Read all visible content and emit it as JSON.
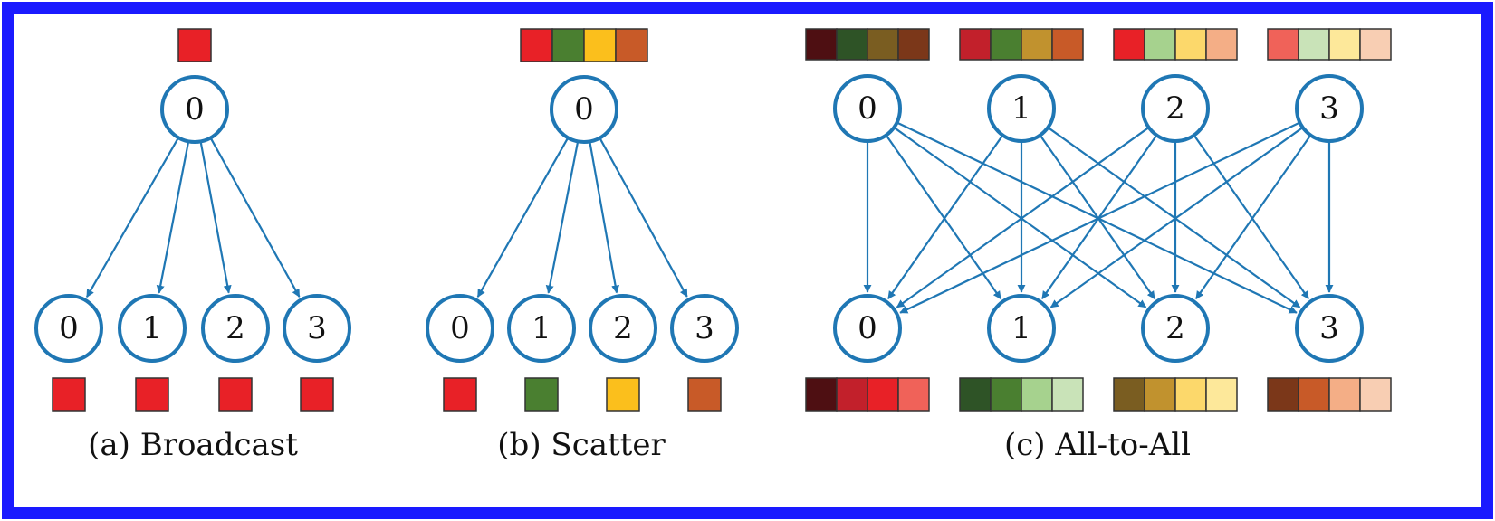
{
  "colors": {
    "frame": "#1a1aff",
    "node_stroke": "#1f77b4",
    "arrow": "#1f77b4",
    "red_1": "#e82127",
    "red_dark": "#4e0f12",
    "red_mid": "#c2202b",
    "red_light": "#f06259",
    "green_1": "#4a7f30",
    "green_dark": "#2e5326",
    "green_light": "#a6d28e",
    "green_pale": "#c9e3b8",
    "yellow_1": "#fbbf1c",
    "yellow_dark": "#7a5d21",
    "yellow_mid": "#c1922e",
    "yellow_light": "#fcd86b",
    "yellow_pale": "#fde89a",
    "orange_1": "#c85a28",
    "orange_dark": "#7b3719",
    "orange_light": "#f4ae86",
    "orange_pale": "#f8ceb3"
  },
  "panels": {
    "broadcast": {
      "caption": "(a) Broadcast",
      "source_label": "0",
      "dest_labels": [
        "0",
        "1",
        "2",
        "3"
      ],
      "source_buffer": [
        "red_1"
      ],
      "dest_buffers": [
        "red_1",
        "red_1",
        "red_1",
        "red_1"
      ]
    },
    "scatter": {
      "caption": "(b) Scatter",
      "source_label": "0",
      "dest_labels": [
        "0",
        "1",
        "2",
        "3"
      ],
      "source_buffer": [
        "red_1",
        "green_1",
        "yellow_1",
        "orange_1"
      ],
      "dest_buffers": [
        "red_1",
        "green_1",
        "yellow_1",
        "orange_1"
      ]
    },
    "alltoall": {
      "caption": "(c) All-to-All",
      "source_labels": [
        "0",
        "1",
        "2",
        "3"
      ],
      "dest_labels": [
        "0",
        "1",
        "2",
        "3"
      ],
      "source_buffers": [
        [
          "red_dark",
          "green_dark",
          "yellow_dark",
          "orange_dark"
        ],
        [
          "red_mid",
          "green_1",
          "yellow_mid",
          "orange_1"
        ],
        [
          "red_1",
          "green_light",
          "yellow_light",
          "orange_light"
        ],
        [
          "red_light",
          "green_pale",
          "yellow_pale",
          "orange_pale"
        ]
      ],
      "dest_buffers": [
        [
          "red_dark",
          "red_mid",
          "red_1",
          "red_light"
        ],
        [
          "green_dark",
          "green_1",
          "green_light",
          "green_pale"
        ],
        [
          "yellow_dark",
          "yellow_mid",
          "yellow_light",
          "yellow_pale"
        ],
        [
          "orange_dark",
          "orange_1",
          "orange_light",
          "orange_pale"
        ]
      ]
    }
  }
}
